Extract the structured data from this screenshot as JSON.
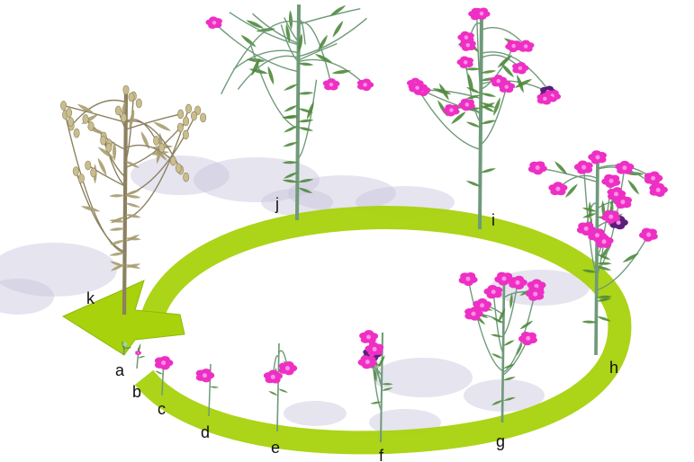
{
  "diagram": {
    "stages": [
      {
        "id": "a",
        "label": "a",
        "flowers": 0,
        "bud_only": true
      },
      {
        "id": "b",
        "label": "b",
        "flowers": 1
      },
      {
        "id": "c",
        "label": "c",
        "flowers": 1
      },
      {
        "id": "d",
        "label": "d",
        "flowers": 1
      },
      {
        "id": "e",
        "label": "e",
        "flowers": 2
      },
      {
        "id": "f",
        "label": "f",
        "flowers": 4,
        "dark_flowers": 1
      },
      {
        "id": "g",
        "label": "g",
        "flowers": 9
      },
      {
        "id": "h",
        "label": "h",
        "flowers": 16,
        "dark_flowers": 1
      },
      {
        "id": "i",
        "label": "i",
        "flowers": 18,
        "dark_flowers": 1
      },
      {
        "id": "j",
        "label": "j",
        "flowers": 3
      },
      {
        "id": "k",
        "label": "k",
        "flowers": 0,
        "seed_pods": true
      }
    ],
    "colors": {
      "arrow": "#a8d20c",
      "arrow_edge": "#8fba08",
      "stem": "#6f9a7a",
      "leaf": "#4f8a3c",
      "flower": "#ee2fc4",
      "flower_center": "#ff8fe6",
      "dark_flower": "#5a1f7a",
      "dried_stem": "#8c8060",
      "dried_leaf": "#a79c70",
      "seed_pod": "#c9bd8e",
      "shadow": "#c8c4dc",
      "label": "#111111"
    },
    "icons": [
      "cycle-arrow",
      "plant",
      "flower",
      "seed-pod"
    ]
  }
}
